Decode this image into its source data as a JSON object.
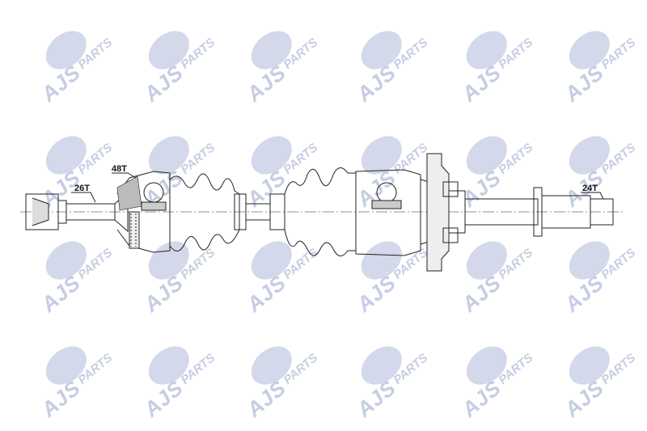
{
  "watermark": {
    "brand": "AJS",
    "suffix": "PARTS",
    "color": "#c6cde3"
  },
  "labels": {
    "spline_left": "26T",
    "abs_ring": "48T",
    "spline_right": "24T"
  },
  "line_color": "#222222"
}
